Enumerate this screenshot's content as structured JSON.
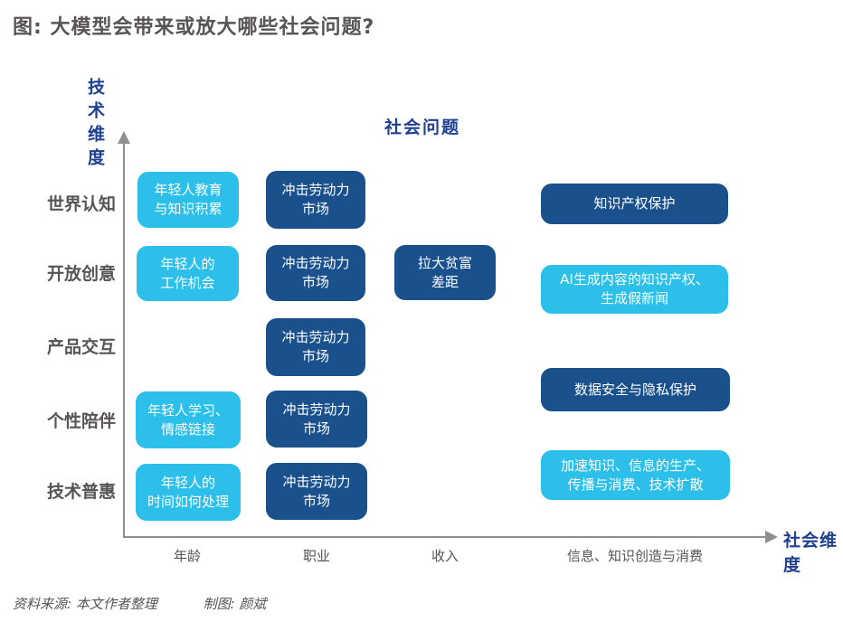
{
  "title": "图: 大模型会带来或放大哪些社会问题?",
  "axes": {
    "y_title": "技术维度",
    "x_title": "社会维度",
    "center_title": "社会问题"
  },
  "rows": [
    "世界认知",
    "开放创意",
    "产品交互",
    "个性陪伴",
    "技术普惠"
  ],
  "columns": [
    "年龄",
    "职业",
    "收入",
    "信息、知识创造与消费"
  ],
  "boxes": {
    "r1c1": "年轻人教育\n与知识积累",
    "r1c2": "冲击劳动力\n市场",
    "r1c4": "知识产权保护",
    "r2c1": "年轻人的\n工作机会",
    "r2c2": "冲击劳动力\n市场",
    "r2c3": "拉大贫富\n差距",
    "r2c4": "AI生成内容的知识产权、\n生成假新闻",
    "r3c2": "冲击劳动力\n市场",
    "r4c1": "年轻人学习、\n情感链接",
    "r4c2": "冲击劳动力\n市场",
    "r4c4": "数据安全与隐私保护",
    "r5c1": "年轻人的\n时间如何处理",
    "r5c2": "冲击劳动力\n市场",
    "r5c4": "加速知识、信息的生产、\n传播与消费、技术扩散"
  },
  "footer": {
    "source": "资料来源: 本文作者整理",
    "credit": "制图: 颜斌"
  },
  "colors": {
    "light_box": "#2BBFE9",
    "dark_box": "#1A518C",
    "axis_text_blue": "#20418F",
    "gray_text": "#595454",
    "axis_line_gray": "#8F8F8F"
  }
}
